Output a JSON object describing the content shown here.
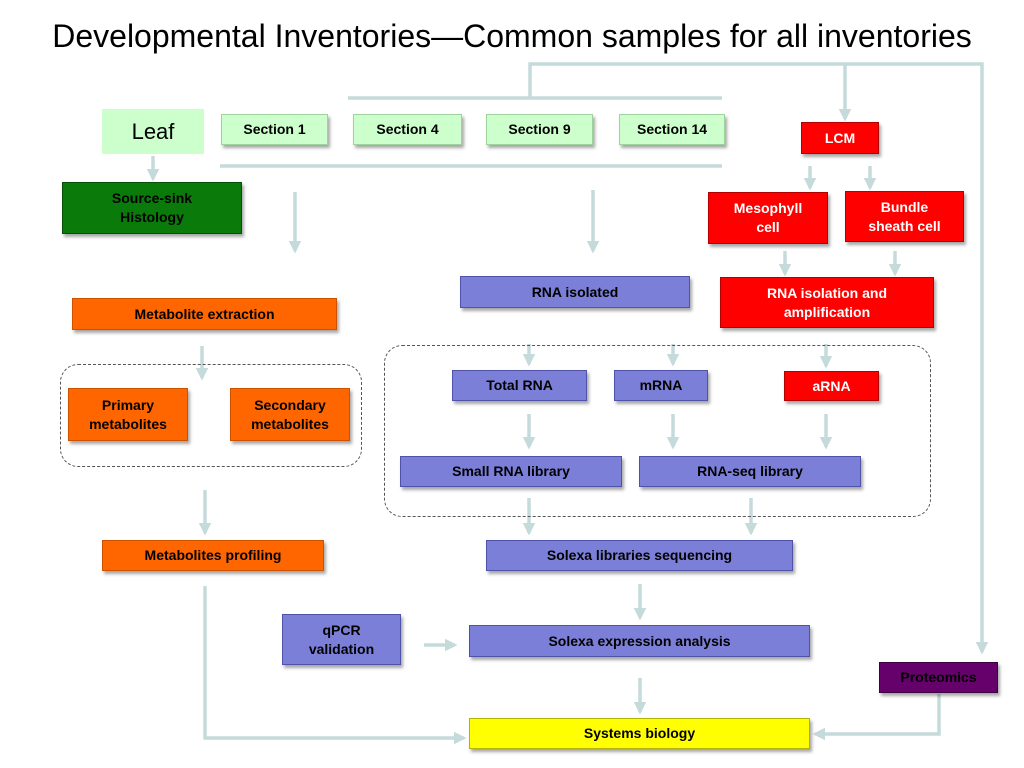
{
  "title": "Developmental Inventories—Common samples for all inventories",
  "nodes": {
    "leaf": "Leaf",
    "section1": "Section 1",
    "section4": "Section 4",
    "section9": "Section 9",
    "section14": "Section 14",
    "source_sink_line1": "Source-sink",
    "source_sink_line2": "Histology",
    "metabolite_extraction": "Metabolite extraction",
    "primary_line1": "Primary",
    "primary_line2": "metabolites",
    "secondary_line1": "Secondary",
    "secondary_line2": "metabolites",
    "metabolites_profiling": "Metabolites profiling",
    "rna_isolated": "RNA isolated",
    "total_rna": "Total RNA",
    "mrna": "mRNA",
    "arna": "aRNA",
    "small_rna_library": "Small RNA library",
    "rna_seq_library": "RNA-seq library",
    "solexa_sequencing": "Solexa libraries sequencing",
    "qpcr_line1": "qPCR",
    "qpcr_line2": "validation",
    "solexa_expression": "Solexa expression analysis",
    "systems_biology": "Systems biology",
    "lcm": "LCM",
    "mesophyll_line1": "Mesophyll",
    "mesophyll_line2": "cell",
    "bundle_line1": "Bundle",
    "bundle_line2": "sheath cell",
    "rna_amp_line1": "RNA isolation and",
    "rna_amp_line2": "amplification",
    "proteomics": "Proteomics"
  },
  "colors": {
    "connector": "#c5dada",
    "green_light": "#ccffcc",
    "green_dark": "#0a7a0a",
    "orange": "#ff6600",
    "blue": "#7b7fd8",
    "red": "#ff0000",
    "purple": "#66006a",
    "yellow": "#ffff00"
  }
}
